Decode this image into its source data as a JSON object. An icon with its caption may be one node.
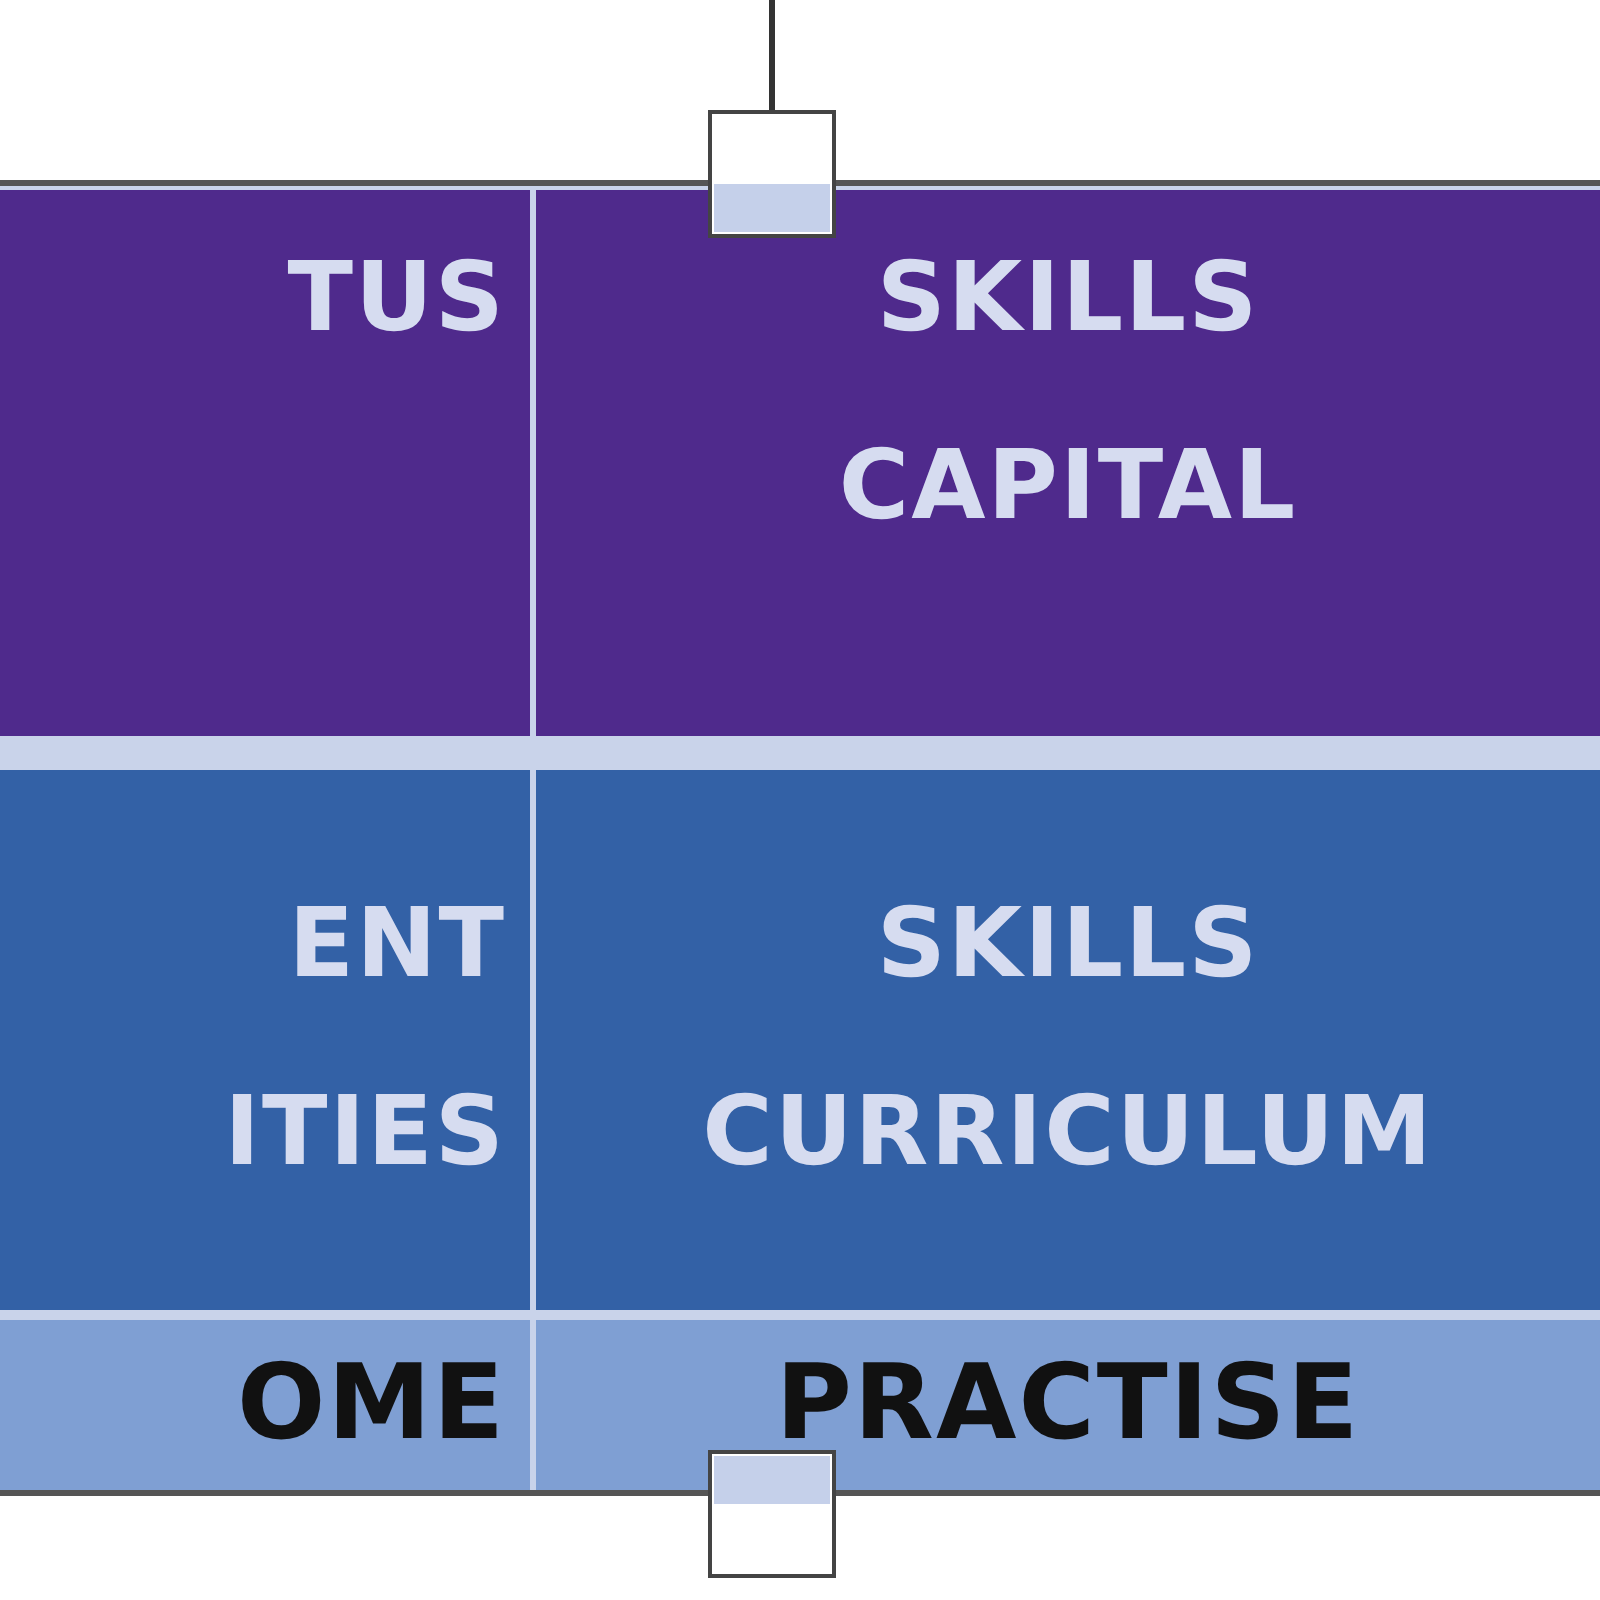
{
  "diagram": {
    "labels": [
      "TUS",
      "SKILLS CAPITAL",
      "ENT ITIES",
      "SKILLS CURRICULUM",
      "OME",
      "PRACTISE"
    ]
  }
}
